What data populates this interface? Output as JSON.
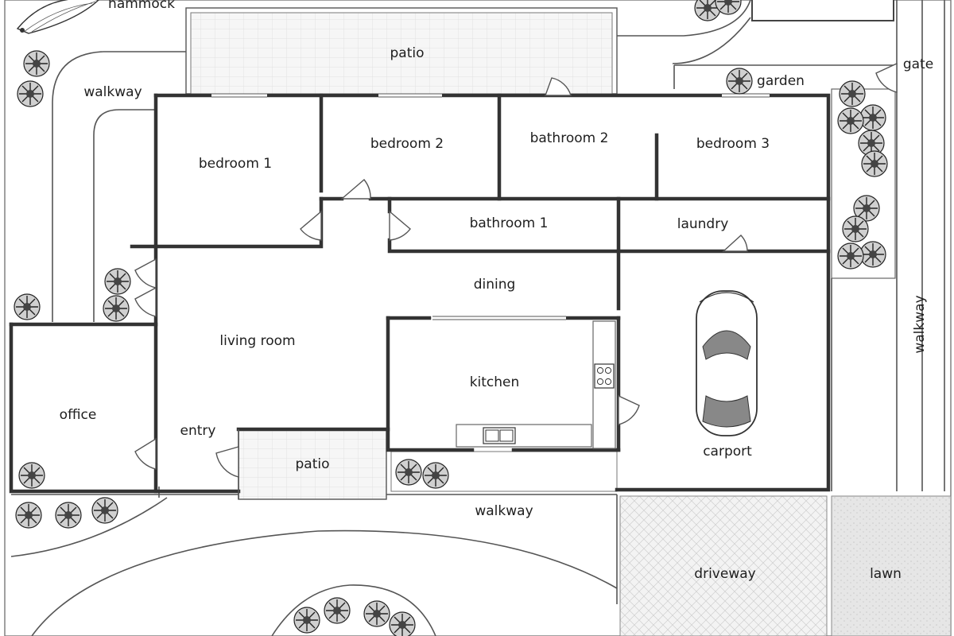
{
  "rooms": {
    "hammock": "hammock",
    "patio_top": "patio",
    "walkway_left": "walkway",
    "garden": "garden",
    "gate": "gate",
    "bedroom_1": "bedroom 1",
    "bedroom_2": "bedroom 2",
    "bathroom_2": "bathroom 2",
    "bedroom_3": "bedroom 3",
    "bathroom_1": "bathroom 1",
    "laundry": "laundry",
    "dining": "dining",
    "living_room": "living room",
    "kitchen": "kitchen",
    "office": "office",
    "entry": "entry",
    "patio_front": "patio",
    "carport": "carport",
    "walkway_right": "walkway",
    "walkway_front": "walkway",
    "driveway": "driveway",
    "lawn": "lawn"
  },
  "colors": {
    "wall": "#333333",
    "paving": "#ececec",
    "lawn": "#e4e4e4",
    "car_window": "#888888"
  }
}
